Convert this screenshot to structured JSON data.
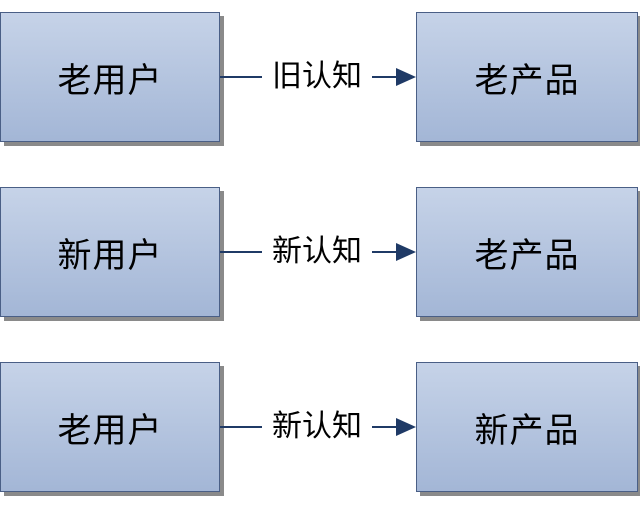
{
  "rows": [
    {
      "source": "老用户",
      "relation": "旧认知",
      "target": "老产品"
    },
    {
      "source": "新用户",
      "relation": "新认知",
      "target": "老产品"
    },
    {
      "source": "老用户",
      "relation": "新认知",
      "target": "新产品"
    }
  ]
}
